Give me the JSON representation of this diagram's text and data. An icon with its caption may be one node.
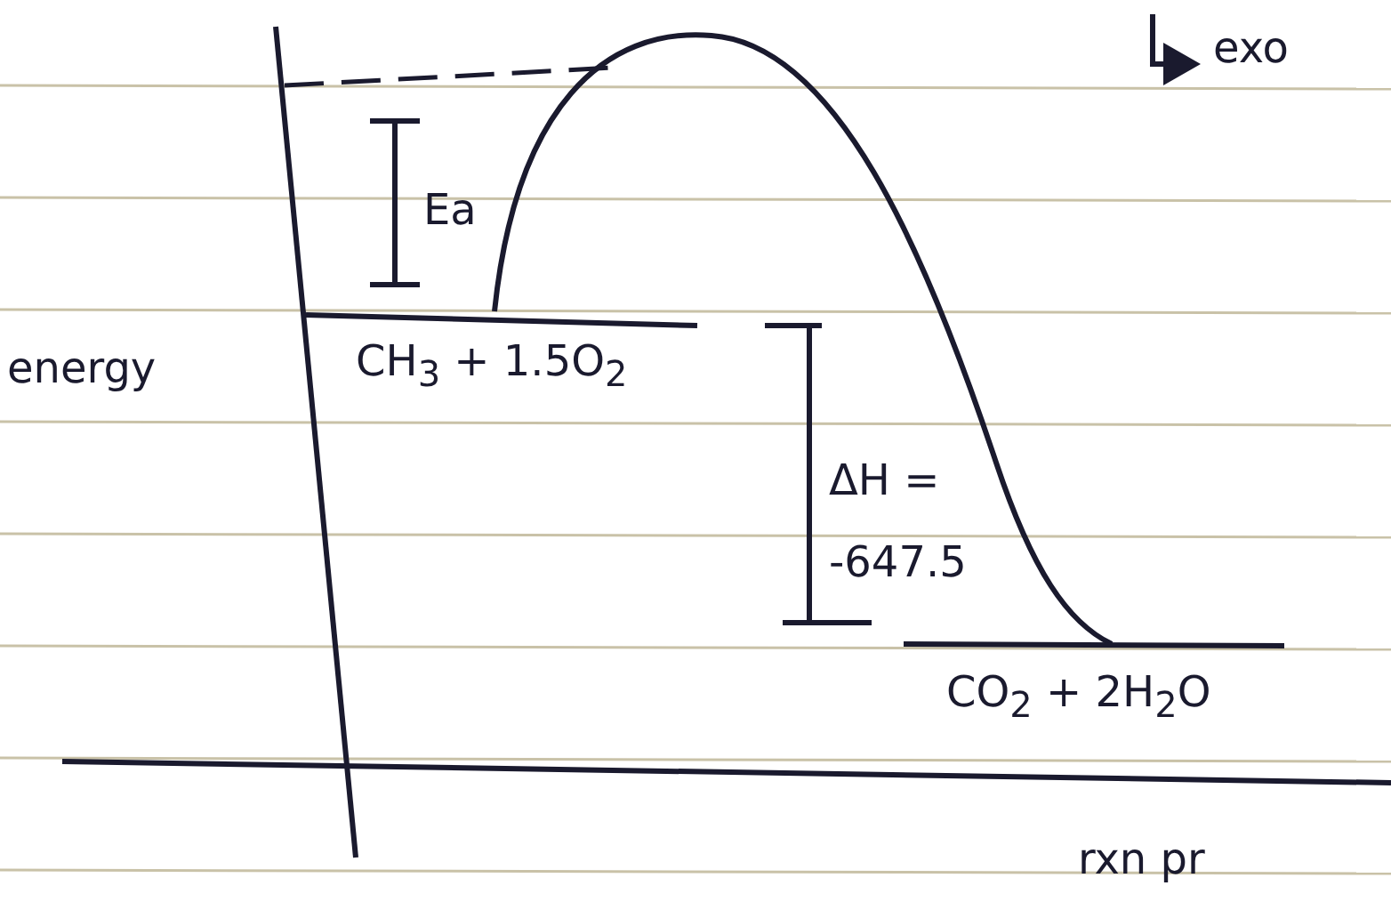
{
  "diagram": {
    "labels": [
      "exo",
      "Ea",
      "energy",
      "CH$_{3}$ + 1.5O$_{2}$",
      "ΔH = -647.5",
      "CO$_{2}$ + 2H$_{2}$O",
      "rxn pr"
    ]
  }
}
